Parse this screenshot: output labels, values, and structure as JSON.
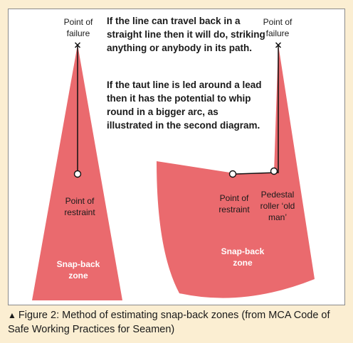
{
  "colors": {
    "zone": "#ea6a6e",
    "line": "#111111",
    "background": "#fbeed2"
  },
  "left_diagram": {
    "failure_label": "Point of failure",
    "restraint_label": "Point of restraint",
    "zone_label": "Snap-back zone"
  },
  "right_diagram": {
    "failure_label": "Point of failure",
    "restraint_label": "Point of restraint",
    "roller_label": "Pedestal roller ‘old man’",
    "zone_label": "Snap-back zone"
  },
  "text": {
    "para1": "If the line can travel back in a straight line then it will do, striking anything or anybody in its path.",
    "para2": "If the taut line is led around a lead then it has the potential to whip round in a bigger arc, as illustrated in the second diagram."
  },
  "caption": {
    "marker": "▲",
    "text": "Figure 2: Method of estimating snap-back zones (from MCA Code of Safe Working Practices for Seamen)"
  }
}
